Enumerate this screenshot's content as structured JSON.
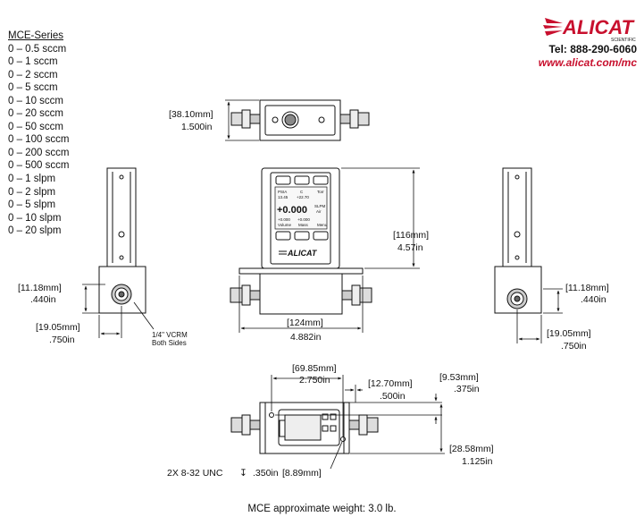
{
  "series": {
    "title": "MCE-Series",
    "ranges": [
      "0 – 0.5 sccm",
      "0 – 1 sccm",
      "0 – 2 sccm",
      "0 – 5 sccm",
      "0 – 10 sccm",
      "0 – 20 sccm",
      "0 – 50 sccm",
      "0 – 100 sccm",
      "0 – 200 sccm",
      "0 – 500 sccm",
      "0 – 1 slpm",
      "0 – 2 slpm",
      "0 – 5 slpm",
      "0 – 10 slpm",
      "0 – 20 slpm"
    ]
  },
  "brand": {
    "logo_text": "ALICAT",
    "logo_sub": "SCIENTIFIC",
    "phone": "Tel: 888-290-6060",
    "website": "www.alicat.com/mc",
    "accent_color": "#c8102e"
  },
  "display": {
    "row1": [
      "PSIA",
      "C",
      "Torr"
    ],
    "row2": [
      "13.45",
      "+22.70",
      ""
    ],
    "main": "+0.000",
    "unit": "SLPM",
    "gas": "Air",
    "row4": [
      "+0.000",
      "+0.000",
      ""
    ],
    "row5": [
      "Volume",
      "Mass",
      "Menu"
    ],
    "logo": "ALICAT"
  },
  "dimensions": {
    "top_height": [
      "[38.10mm]",
      "1.500in"
    ],
    "left_offset": [
      "[11.18mm]",
      ".440in"
    ],
    "left_width": [
      "[19.05mm]",
      ".750in"
    ],
    "fitting": [
      "1/4\" VCRM",
      "Both Sides"
    ],
    "front_height": [
      "[116mm]",
      "4.57in"
    ],
    "front_length": [
      "[124mm]",
      "4.882in"
    ],
    "right_offset": [
      "[11.18mm]",
      ".440in"
    ],
    "right_width": [
      "[19.05mm]",
      ".750in"
    ],
    "hole_spacing": [
      "[69.85mm]",
      "2.750in"
    ],
    "hole_edge": [
      "[12.70mm]",
      ".500in"
    ],
    "hole_top": [
      "[9.53mm]",
      ".375in"
    ],
    "base_depth": [
      "[28.58mm]",
      "1.125in"
    ],
    "thread_note": "2X 8-32 UNC",
    "thread_symbol": "↧",
    "thread_depth": [
      ".350in",
      "[8.89mm]"
    ]
  },
  "footer": {
    "weight": "MCE approximate weight: 3.0 lb."
  }
}
